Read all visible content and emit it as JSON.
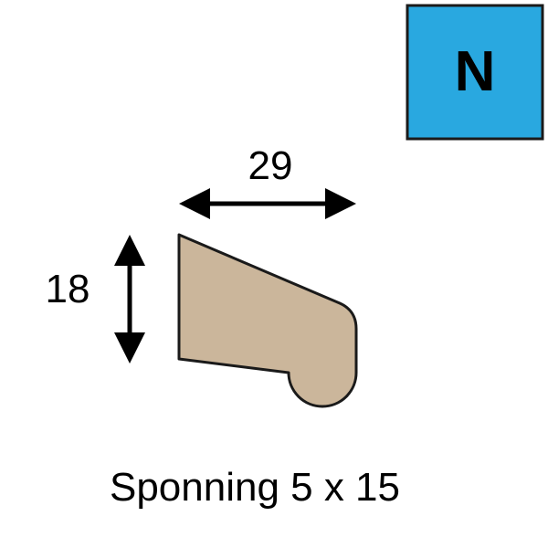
{
  "badge": {
    "letter": "N",
    "fill_color": "#29a8e0",
    "border_color": "#1a1a1a"
  },
  "profile": {
    "fill_color": "#cbb69b",
    "stroke_color": "#1a1a1a"
  },
  "dimensions": {
    "width_label": "29",
    "height_label": "18"
  },
  "caption": "Sponning 5 x 15"
}
